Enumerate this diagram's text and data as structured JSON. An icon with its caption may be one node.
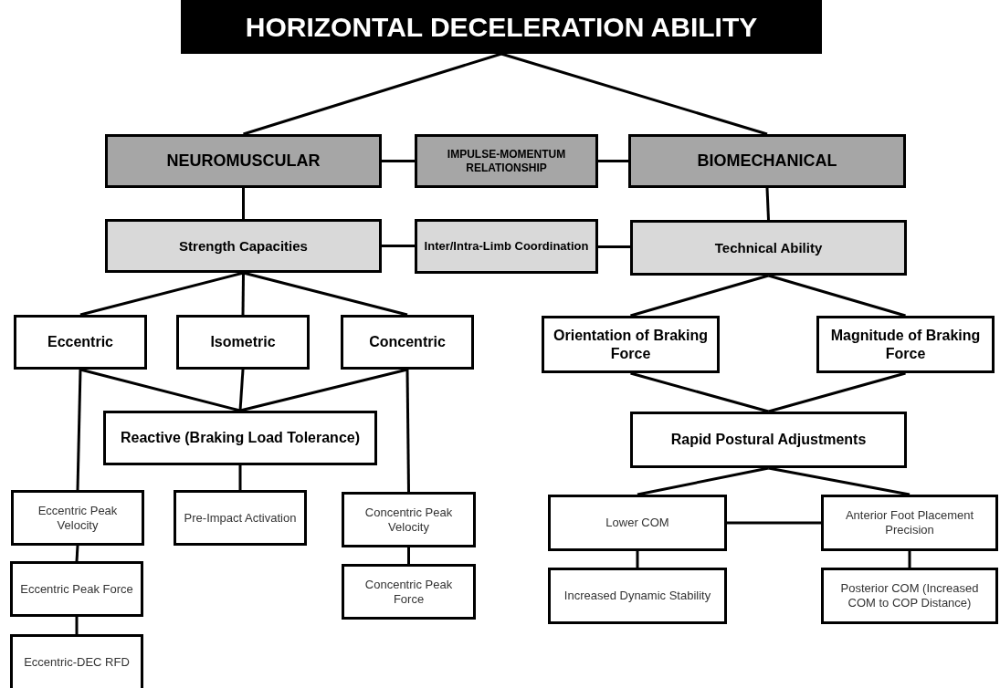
{
  "diagram": {
    "nodes": [
      {
        "text": [
          "HORIZONTAL  DECELERATION ABILITY"
        ]
      },
      {
        "text": [
          "NEUROMUSCULAR"
        ]
      },
      {
        "text": [
          "IMPULSE-MOMENTUM RELATIONSHIP"
        ]
      },
      {
        "text": [
          "BIOMECHANICAL"
        ]
      },
      {
        "text": [
          "Strength Capacities"
        ]
      },
      {
        "text": [
          "Inter/Intra-Limb Coordination"
        ]
      },
      {
        "text": [
          "Technical Ability"
        ]
      },
      {
        "text": [
          "Eccentric"
        ]
      },
      {
        "text": [
          "Isometric"
        ]
      },
      {
        "text": [
          "Concentric"
        ]
      },
      {
        "text": [
          "Orientation of Braking Force"
        ]
      },
      {
        "text": [
          "Magnitude of Braking Force"
        ]
      },
      {
        "text": [
          "Reactive (Braking Load Tolerance)"
        ]
      },
      {
        "text": [
          "Rapid Postural Adjustments"
        ]
      },
      {
        "text": [
          "Eccentric Peak Velocity"
        ]
      },
      {
        "text": [
          "Pre-Impact Activation"
        ]
      },
      {
        "text": [
          "Concentric Peak Velocity"
        ]
      },
      {
        "text": [
          "Lower COM"
        ]
      },
      {
        "text": [
          "Anterior Foot Placement Precision"
        ]
      },
      {
        "text": [
          "Eccentric Peak Force"
        ]
      },
      {
        "text": [
          "Concentric Peak Force"
        ]
      },
      {
        "text": [
          "Increased Dynamic Stability"
        ]
      },
      {
        "text": [
          "Posterior COM (Increased COM to COP Distance)"
        ]
      },
      {
        "text": [
          "Eccentric-DEC RFD"
        ]
      }
    ],
    "edges": [
      {
        "from": 0,
        "to": 1,
        "arrow": "none"
      },
      {
        "from": 0,
        "to": 3,
        "arrow": "none"
      },
      {
        "from": 1,
        "to": 2,
        "arrow": "none"
      },
      {
        "from": 2,
        "to": 3,
        "arrow": "none"
      },
      {
        "from": 1,
        "to": 4,
        "arrow": "none"
      },
      {
        "from": 3,
        "to": 6,
        "arrow": "none"
      },
      {
        "from": 4,
        "to": 5,
        "arrow": "none"
      },
      {
        "from": 5,
        "to": 6,
        "arrow": "none"
      },
      {
        "from": 4,
        "to": 7,
        "arrow": "none"
      },
      {
        "from": 4,
        "to": 8,
        "arrow": "none"
      },
      {
        "from": 4,
        "to": 9,
        "arrow": "none"
      },
      {
        "from": 6,
        "to": 10,
        "arrow": "none"
      },
      {
        "from": 6,
        "to": 11,
        "arrow": "none"
      },
      {
        "from": 7,
        "to": 12,
        "arrow": "none"
      },
      {
        "from": 8,
        "to": 12,
        "arrow": "none"
      },
      {
        "from": 9,
        "to": 12,
        "arrow": "none"
      },
      {
        "from": 7,
        "to": 14,
        "arrow": "none"
      },
      {
        "from": 9,
        "to": 16,
        "arrow": "none"
      },
      {
        "from": 12,
        "to": 15,
        "arrow": "none"
      },
      {
        "from": 10,
        "to": 13,
        "arrow": "none"
      },
      {
        "from": 11,
        "to": 13,
        "arrow": "none"
      },
      {
        "from": 13,
        "to": 17,
        "arrow": "none"
      },
      {
        "from": 13,
        "to": 18,
        "arrow": "none"
      },
      {
        "from": 17,
        "to": 18,
        "arrow": "none"
      },
      {
        "from": 17,
        "to": 21,
        "arrow": "none"
      },
      {
        "from": 14,
        "to": 19,
        "arrow": "none"
      },
      {
        "from": 19,
        "to": 23,
        "arrow": "none"
      },
      {
        "from": 16,
        "to": 20,
        "arrow": "none"
      },
      {
        "from": 18,
        "to": 22,
        "arrow": "none"
      }
    ]
  }
}
